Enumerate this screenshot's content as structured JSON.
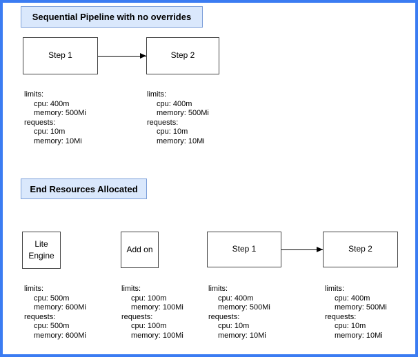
{
  "colors": {
    "frame_border": "#3b7cf2",
    "title_fill": "#dae8fc",
    "title_stroke": "#7b9ed9",
    "node_fill": "#ffffff",
    "node_stroke": "#424242",
    "arrow": "#000000",
    "text": "#000000"
  },
  "sections": [
    {
      "title": "Sequential Pipeline with no overrides",
      "nodes": [
        {
          "label": "Step 1"
        },
        {
          "label": "Step 2"
        }
      ],
      "resources": [
        {
          "lines": [
            "limits:",
            "cpu: 400m",
            "memory: 500Mi",
            "requests:",
            "cpu: 10m",
            "memory: 10Mi"
          ]
        },
        {
          "lines": [
            "limits:",
            "cpu: 400m",
            "memory: 500Mi",
            "requests:",
            "cpu: 10m",
            "memory: 10Mi"
          ]
        }
      ]
    },
    {
      "title": "End Resources Allocated",
      "nodes": [
        {
          "label": "Lite Engine"
        },
        {
          "label": "Add on"
        },
        {
          "label": "Step 1"
        },
        {
          "label": "Step 2"
        }
      ],
      "resources": [
        {
          "lines": [
            "limits:",
            "cpu: 500m",
            "memory: 600Mi",
            "requests:",
            "cpu: 500m",
            "memory: 600Mi"
          ]
        },
        {
          "lines": [
            "limits:",
            "cpu: 100m",
            "memory: 100Mi",
            "requests:",
            "cpu: 100m",
            "memory: 100Mi"
          ]
        },
        {
          "lines": [
            "limits:",
            "cpu: 400m",
            "memory: 500Mi",
            "requests:",
            "cpu: 10m",
            "memory: 10Mi"
          ]
        },
        {
          "lines": [
            "limits:",
            "cpu: 400m",
            "memory: 500Mi",
            "requests:",
            "cpu: 10m",
            "memory: 10Mi"
          ]
        }
      ]
    }
  ]
}
